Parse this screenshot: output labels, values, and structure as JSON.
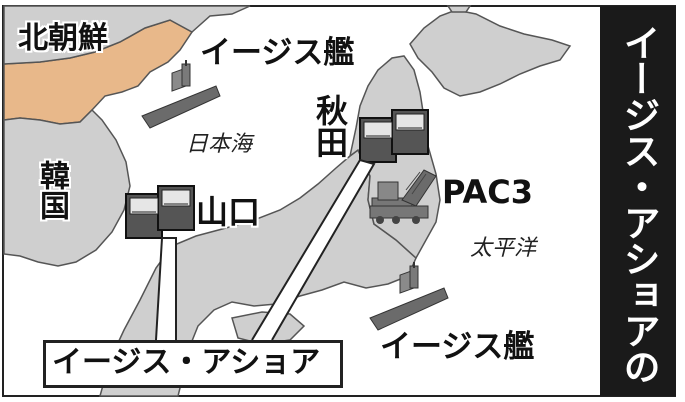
{
  "title": "イージス・アショアの配備候補地",
  "regions": {
    "north_korea": "北朝鮮",
    "south_korea": "韓国"
  },
  "seas": {
    "sea_of_japan": "日本海",
    "pacific": "太平洋"
  },
  "sites": {
    "yamaguchi": "山口",
    "akita": "秋田"
  },
  "ships": {
    "north": "イージス艦",
    "south": "イージス艦"
  },
  "pac3": "PAC3",
  "legend": "イージス・アショア",
  "colors": {
    "sea": "#ffffff",
    "land": "#cfcfcf",
    "coast": "#555555",
    "north_korea": "#e8b88a",
    "title_bg": "#1a1a1a",
    "ship": "#6b6b6b"
  }
}
